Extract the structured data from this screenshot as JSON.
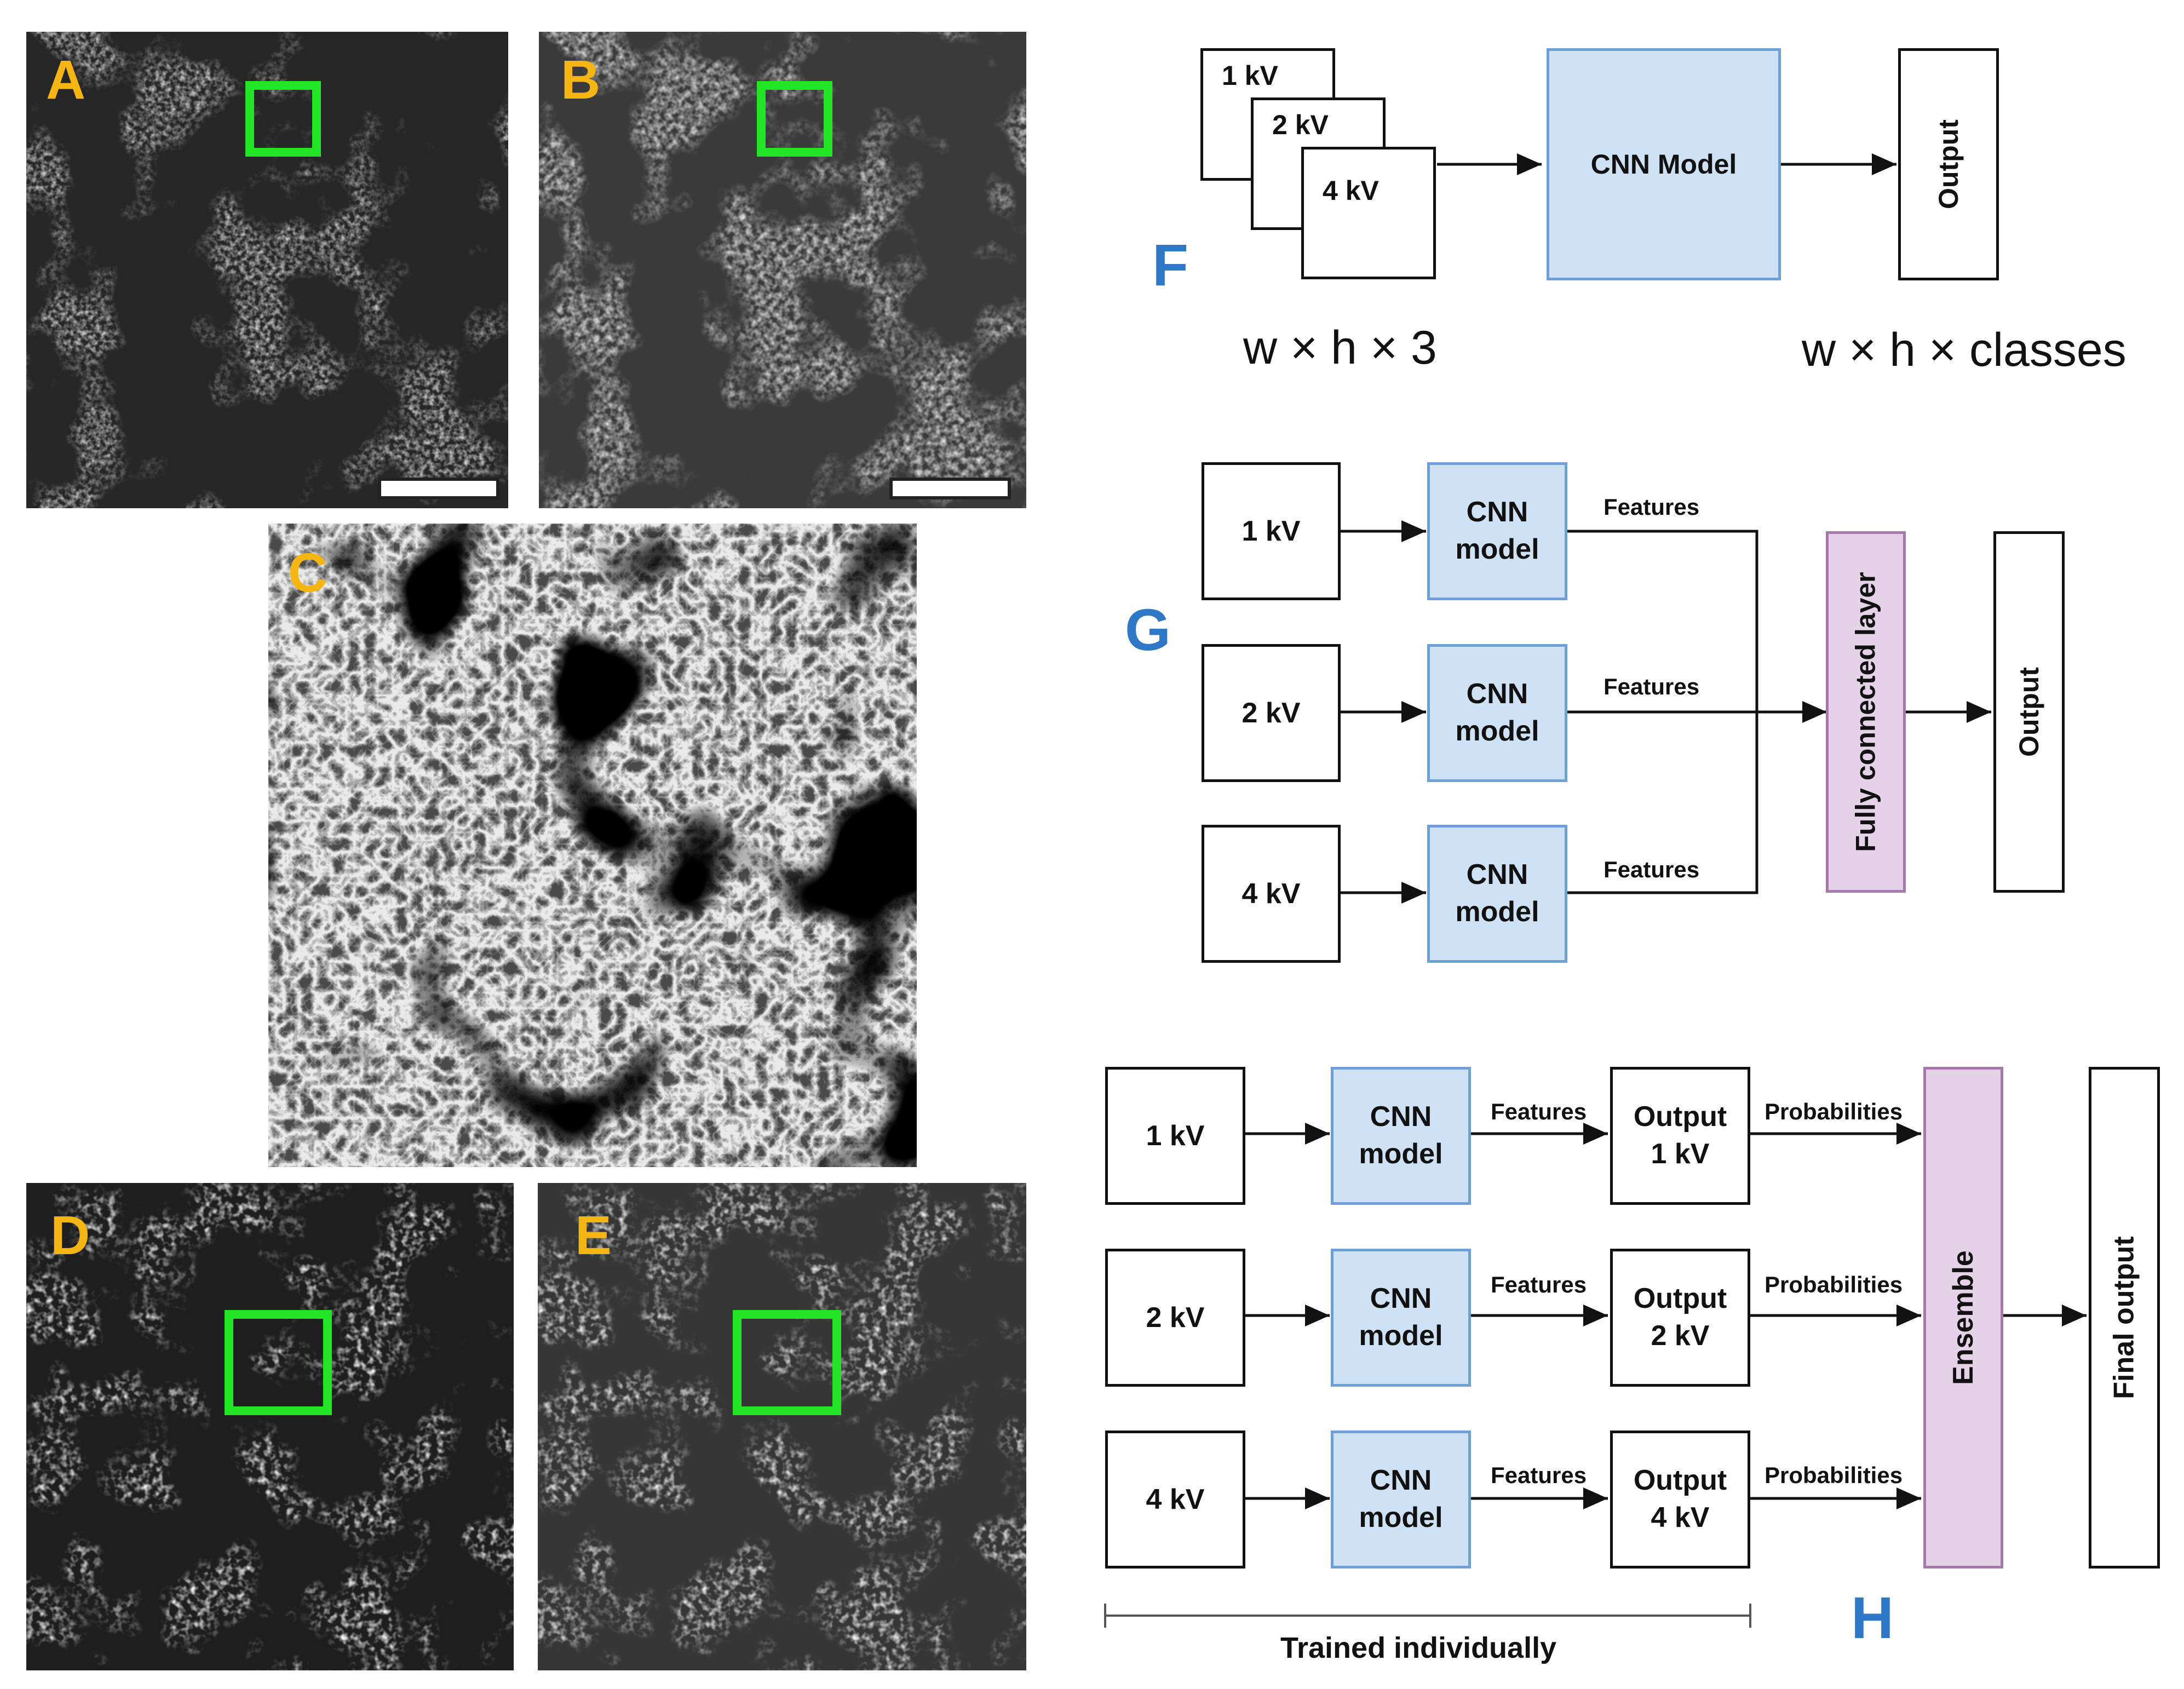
{
  "panels": {
    "a": "A",
    "b": "B",
    "c": "C",
    "d": "D",
    "e": "E"
  },
  "diagram_labels": {
    "f": "F",
    "g": "G",
    "h": "H"
  },
  "f": {
    "stack": [
      "1 kV",
      "2 kV",
      "4 kV"
    ],
    "model": "CNN Model",
    "output": "Output",
    "input_dims": "w × h × 3",
    "output_dims": "w × h × classes"
  },
  "g": {
    "inputs": [
      "1 kV",
      "2 kV",
      "4 kV"
    ],
    "model_line1": "CNN",
    "model_line2": "model",
    "features": "Features",
    "fc": "Fully connected layer",
    "output": "Output"
  },
  "h": {
    "inputs": [
      "1 kV",
      "2 kV",
      "4 kV"
    ],
    "model_line1": "CNN",
    "model_line2": "model",
    "features": "Features",
    "outputs": [
      {
        "line1": "Output",
        "line2": "1 kV"
      },
      {
        "line1": "Output",
        "line2": "2 kV"
      },
      {
        "line1": "Output",
        "line2": "4 kV"
      }
    ],
    "probabilities": "Probabilities",
    "ensemble": "Ensemble",
    "final": "Final output",
    "trained": "Trained individually"
  }
}
